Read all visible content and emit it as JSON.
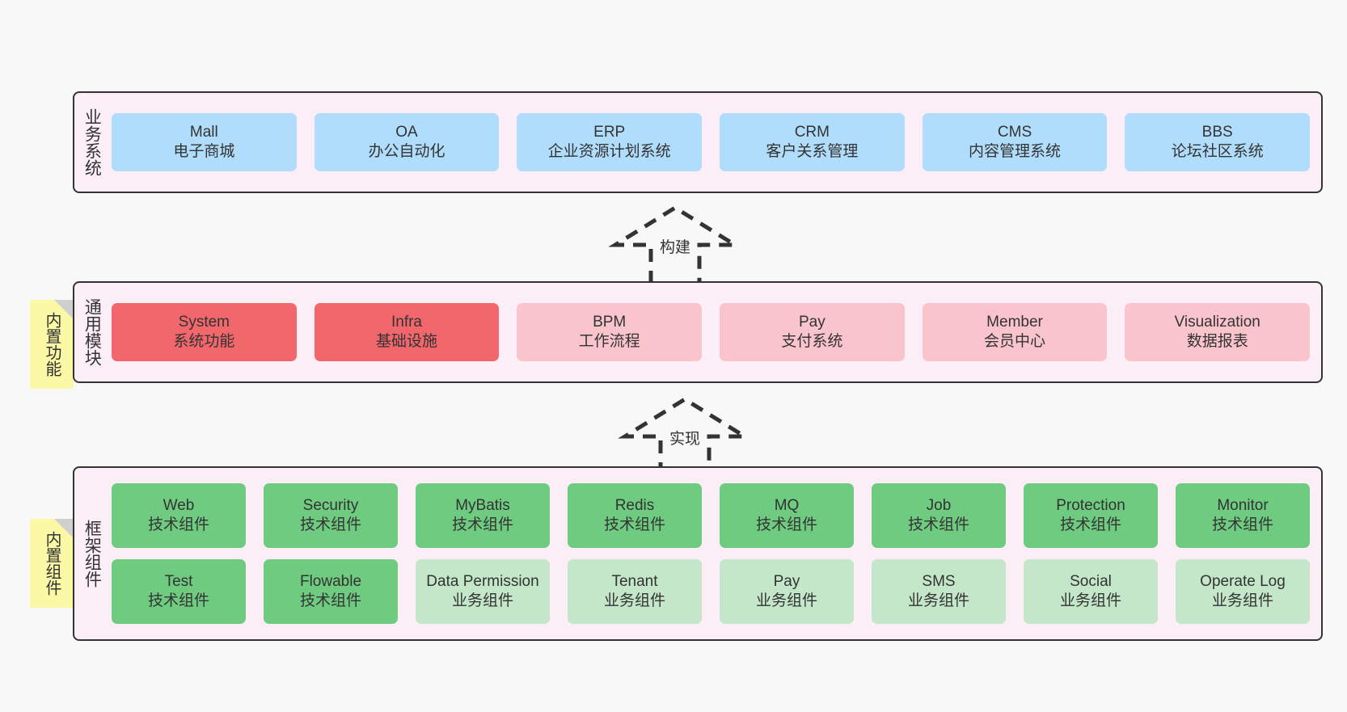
{
  "diagram": {
    "background_color": "#f8f8f8",
    "band_fill": "#fbeef6",
    "band_border": "#333333",
    "note_fill": "#fbf9a6",
    "colors": {
      "blue": "#b0ddfb",
      "red": "#f2676c",
      "pink": "#fac4cd",
      "green": "#6ecb80",
      "light_green": "#c3e7c8"
    }
  },
  "business": {
    "label": "业务系统",
    "cards": [
      {
        "title": "Mall",
        "subtitle": "电子商城"
      },
      {
        "title": "OA",
        "subtitle": "办公自动化"
      },
      {
        "title": "ERP",
        "subtitle": "企业资源计划系统"
      },
      {
        "title": "CRM",
        "subtitle": "客户关系管理"
      },
      {
        "title": "CMS",
        "subtitle": "内容管理系统"
      },
      {
        "title": "BBS",
        "subtitle": "论坛社区系统"
      }
    ]
  },
  "arrow_build": {
    "label": "构建"
  },
  "common": {
    "label": "通用模块",
    "note": "内置功能",
    "cards": [
      {
        "title": "System",
        "subtitle": "系统功能",
        "color": "red"
      },
      {
        "title": "Infra",
        "subtitle": "基础设施",
        "color": "red"
      },
      {
        "title": "BPM",
        "subtitle": "工作流程",
        "color": "pink"
      },
      {
        "title": "Pay",
        "subtitle": "支付系统",
        "color": "pink"
      },
      {
        "title": "Member",
        "subtitle": "会员中心",
        "color": "pink"
      },
      {
        "title": "Visualization",
        "subtitle": "数据报表",
        "color": "pink"
      }
    ]
  },
  "arrow_impl": {
    "label": "实现"
  },
  "framework": {
    "label": "框架组件",
    "note": "内置组件",
    "row1": [
      {
        "title": "Web",
        "subtitle": "技术组件",
        "color": "green"
      },
      {
        "title": "Security",
        "subtitle": "技术组件",
        "color": "green"
      },
      {
        "title": "MyBatis",
        "subtitle": "技术组件",
        "color": "green"
      },
      {
        "title": "Redis",
        "subtitle": "技术组件",
        "color": "green"
      },
      {
        "title": "MQ",
        "subtitle": "技术组件",
        "color": "green"
      },
      {
        "title": "Job",
        "subtitle": "技术组件",
        "color": "green"
      },
      {
        "title": "Protection",
        "subtitle": "技术组件",
        "color": "green"
      },
      {
        "title": "Monitor",
        "subtitle": "技术组件",
        "color": "green"
      }
    ],
    "row2": [
      {
        "title": "Test",
        "subtitle": "技术组件",
        "color": "green"
      },
      {
        "title": "Flowable",
        "subtitle": "技术组件",
        "color": "green"
      },
      {
        "title": "Data Permission",
        "subtitle": "业务组件",
        "color": "light_green",
        "wrap": true
      },
      {
        "title": "Tenant",
        "subtitle": "业务组件",
        "color": "light_green"
      },
      {
        "title": "Pay",
        "subtitle": "业务组件",
        "color": "light_green"
      },
      {
        "title": "SMS",
        "subtitle": "业务组件",
        "color": "light_green"
      },
      {
        "title": "Social",
        "subtitle": "业务组件",
        "color": "light_green"
      },
      {
        "title": "Operate Log",
        "subtitle": "业务组件",
        "color": "light_green"
      }
    ]
  }
}
